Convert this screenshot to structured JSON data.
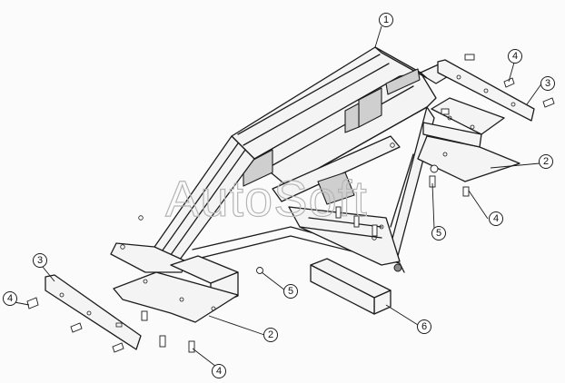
{
  "watermark": "AutoSoft",
  "callouts": [
    {
      "id": "c1a",
      "label": "1"
    },
    {
      "id": "c2a",
      "label": "2"
    },
    {
      "id": "c2b",
      "label": "2"
    },
    {
      "id": "c3a",
      "label": "3"
    },
    {
      "id": "c3b",
      "label": "3"
    },
    {
      "id": "c4a",
      "label": "4"
    },
    {
      "id": "c4b",
      "label": "4"
    },
    {
      "id": "c4c",
      "label": "4"
    },
    {
      "id": "c4d",
      "label": "4"
    },
    {
      "id": "c5a",
      "label": "5"
    },
    {
      "id": "c5b",
      "label": "5"
    },
    {
      "id": "c6a",
      "label": "6"
    }
  ]
}
